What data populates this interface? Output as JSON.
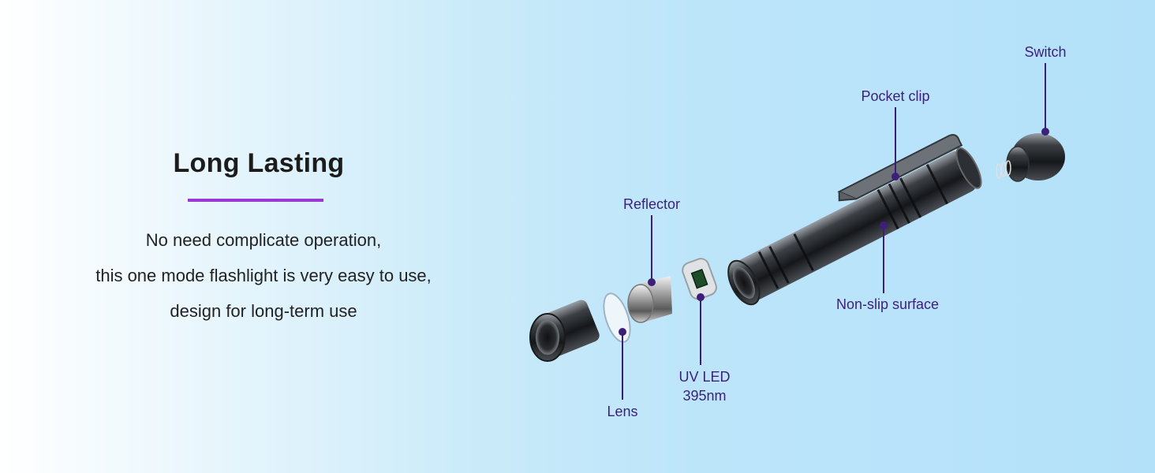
{
  "heading": {
    "title": "Long Lasting",
    "lines": [
      "No need complicate operation,",
      "this one mode flashlight is very easy to use,",
      "design for long-term use"
    ]
  },
  "labels": {
    "switch": "Switch",
    "pocket_clip": "Pocket clip",
    "reflector": "Reflector",
    "non_slip": "Non-slip surface",
    "uv_led_1": "UV LED",
    "uv_led_2": "395nm",
    "lens": "Lens"
  },
  "colors": {
    "accent": "#9b39d6",
    "callout": "#3d1f7a"
  }
}
